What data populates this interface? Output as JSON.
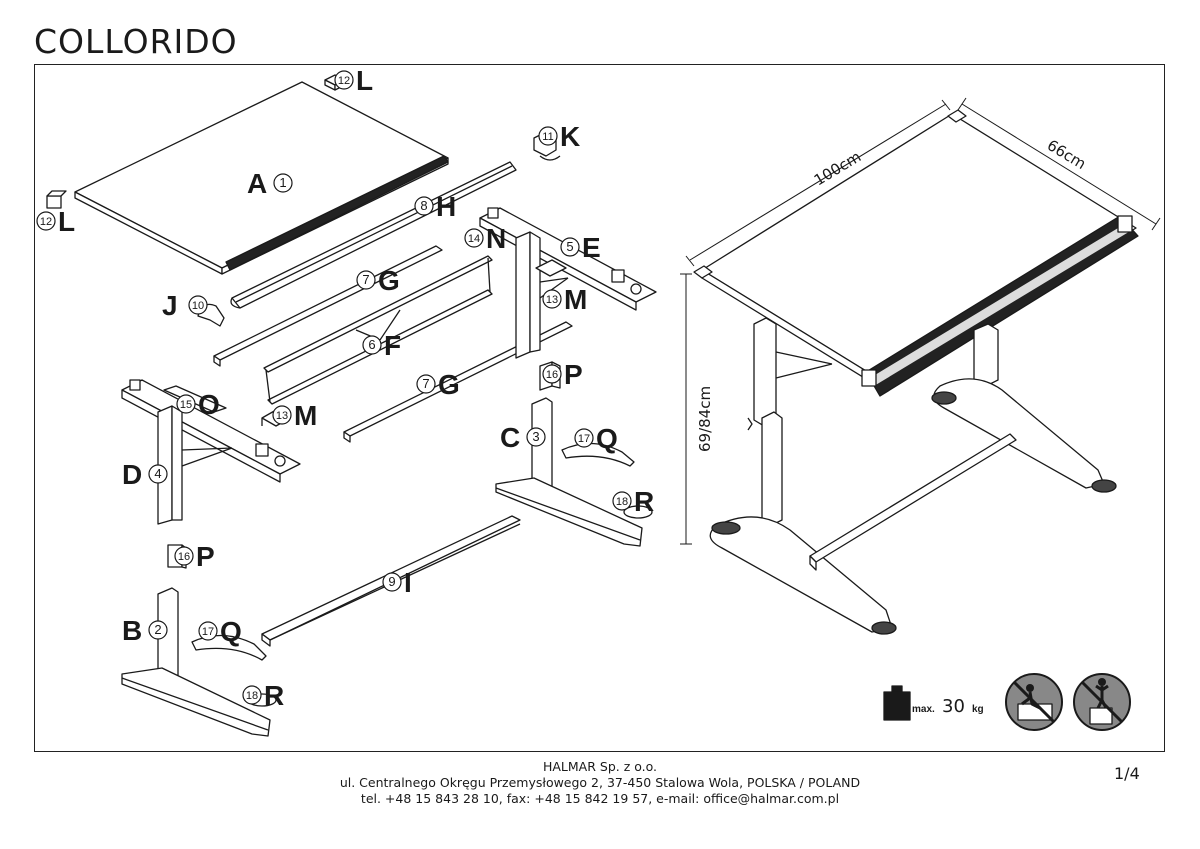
{
  "document": {
    "title": "COLLORIDO",
    "page": "1/4"
  },
  "parts": [
    {
      "letter": "A",
      "number": "1"
    },
    {
      "letter": "B",
      "number": "2"
    },
    {
      "letter": "C",
      "number": "3"
    },
    {
      "letter": "D",
      "number": "4"
    },
    {
      "letter": "E",
      "number": "5"
    },
    {
      "letter": "F",
      "number": "6"
    },
    {
      "letter": "G",
      "number": "7"
    },
    {
      "letter": "G",
      "number": "7"
    },
    {
      "letter": "H",
      "number": "8"
    },
    {
      "letter": "I",
      "number": "9"
    },
    {
      "letter": "J",
      "number": "10"
    },
    {
      "letter": "K",
      "number": "11"
    },
    {
      "letter": "L",
      "number": "12"
    },
    {
      "letter": "L",
      "number": "12"
    },
    {
      "letter": "M",
      "number": "13"
    },
    {
      "letter": "M",
      "number": "13"
    },
    {
      "letter": "N",
      "number": "14"
    },
    {
      "letter": "O",
      "number": "15"
    },
    {
      "letter": "P",
      "number": "16"
    },
    {
      "letter": "P",
      "number": "16"
    },
    {
      "letter": "Q",
      "number": "17"
    },
    {
      "letter": "Q",
      "number": "17"
    },
    {
      "letter": "R",
      "number": "18"
    },
    {
      "letter": "R",
      "number": "18"
    }
  ],
  "dimensions": {
    "width": "100cm",
    "depth": "66cm",
    "height": "69/84cm"
  },
  "load": {
    "prefix": "max.",
    "value": "30",
    "unit": "kg"
  },
  "warning_icons": [
    "no-climbing-icon",
    "no-standing-icon"
  ],
  "footer": {
    "company": "HALMAR Sp. z o.o.",
    "address": "ul. Centralnego Okręgu Przemysłowego 2, 37-450 Stalowa Wola, POLSKA / POLAND",
    "contact": "tel. +48 15 843 28 10, fax: +48 15 842 19 57, e-mail: office@halmar.com.pl"
  }
}
